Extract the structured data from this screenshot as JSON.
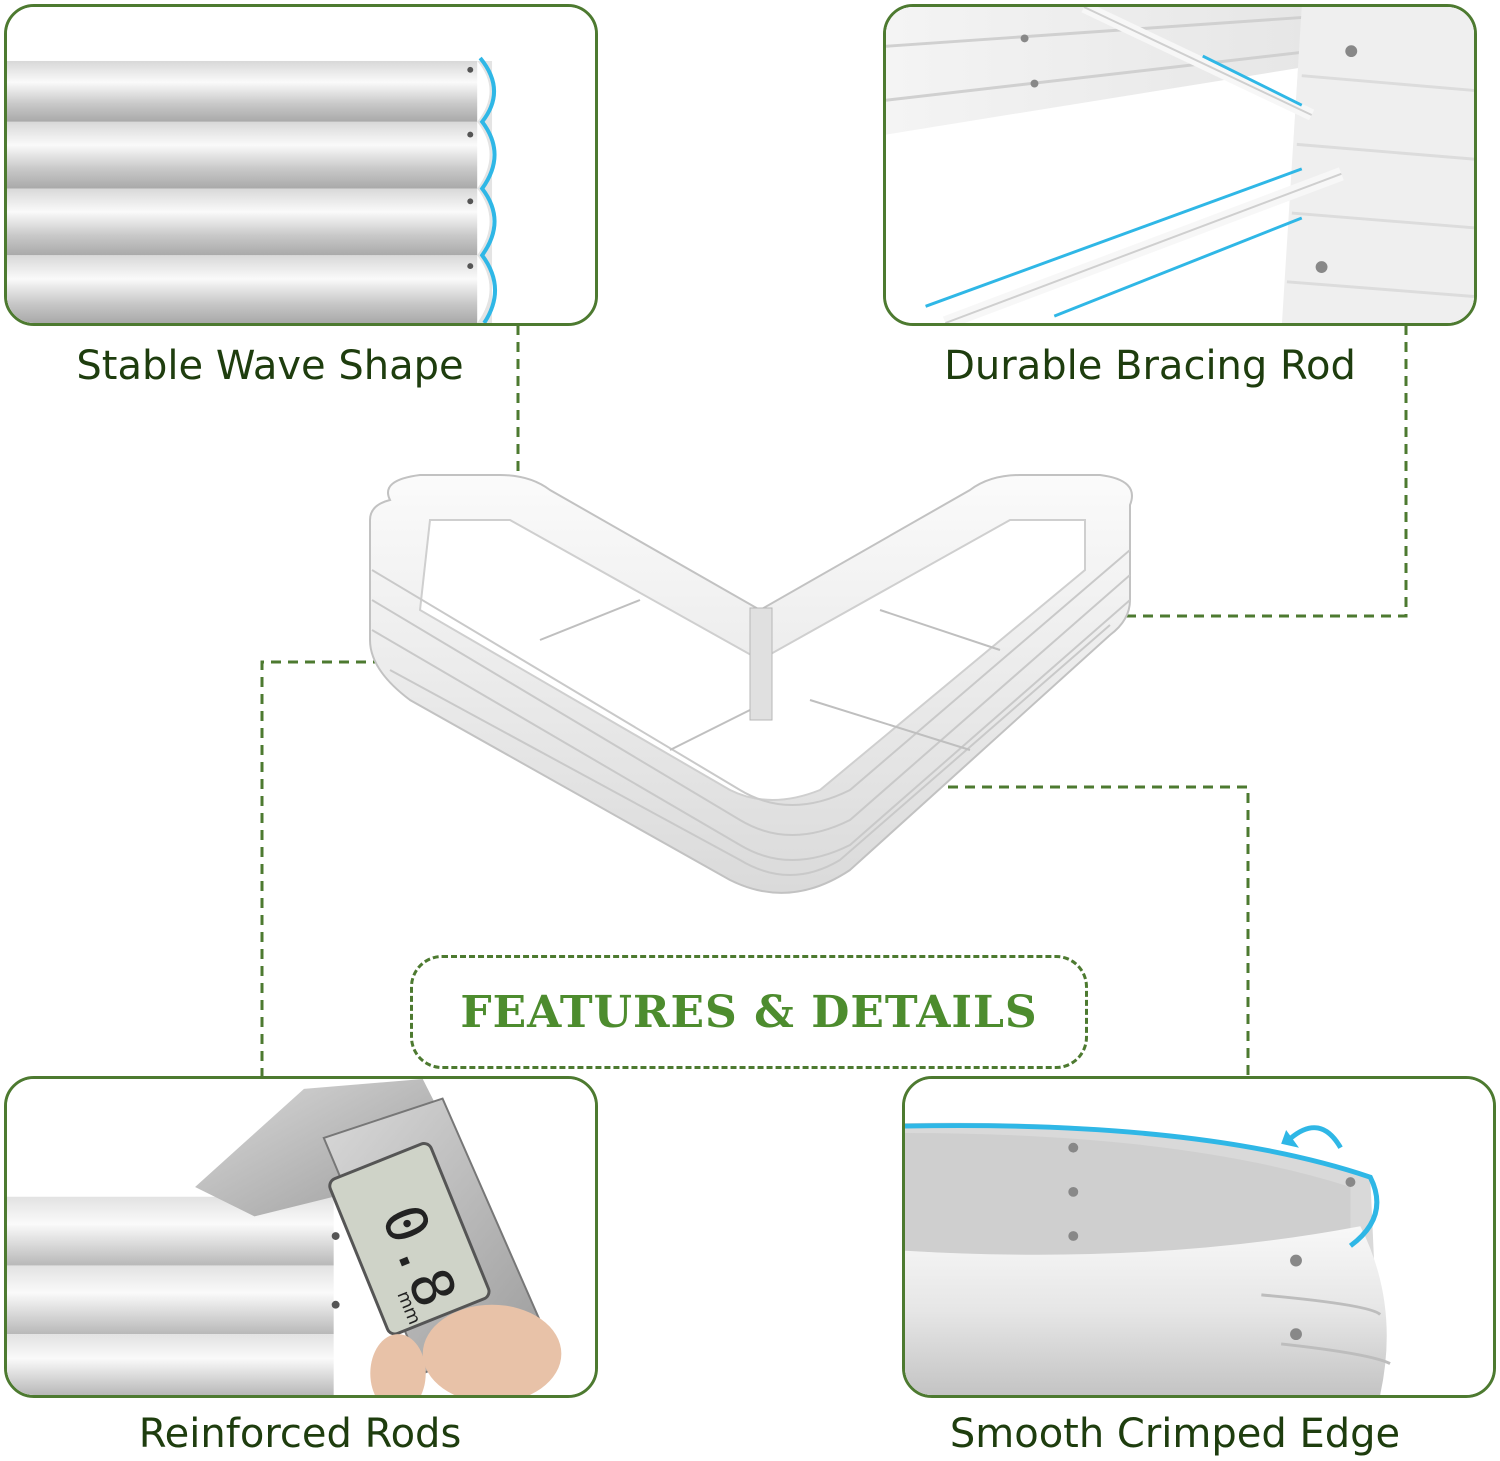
{
  "panels": {
    "top_left": {
      "caption": "Stable Wave Shape"
    },
    "top_right": {
      "caption": "Durable Bracing Rod"
    },
    "bottom_left": {
      "caption": "Reinforced Rods",
      "caliper_display": "0.8",
      "caliper_unit": "mm"
    },
    "bottom_right": {
      "caption": "Smooth Crimped Edge"
    }
  },
  "badge": {
    "label": "FEATURES & DETAILS"
  },
  "colors": {
    "frame_green": "#4d7a30",
    "text_dark_green": "#1e3d0e",
    "badge_green": "#4d8c2e",
    "highlight_blue": "#2fb7e6",
    "metal_white": "#ededed"
  }
}
